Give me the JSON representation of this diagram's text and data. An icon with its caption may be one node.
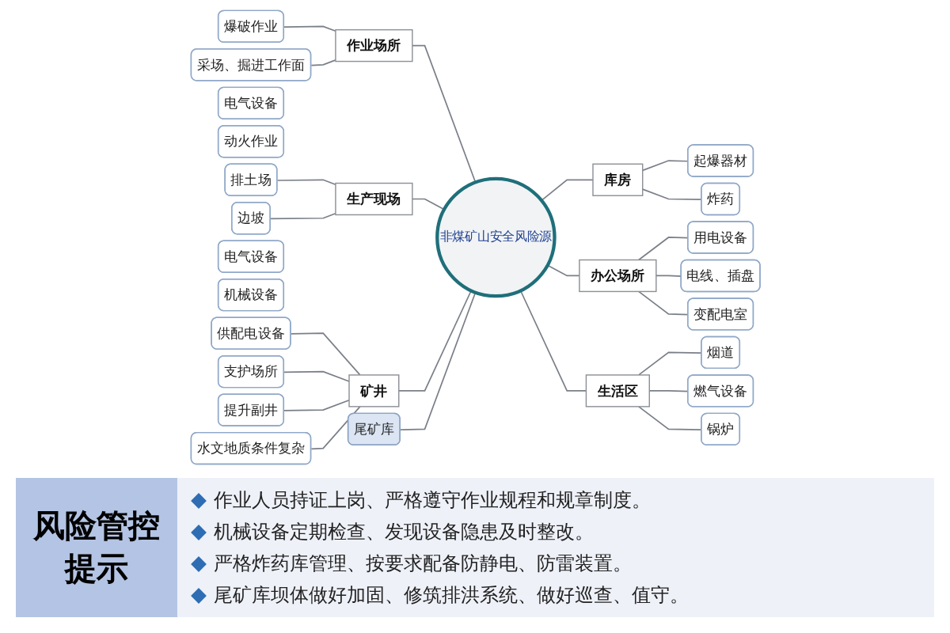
{
  "diagram": {
    "nodes": [
      {
        "text": [
          "爆破作业"
        ]
      },
      {
        "text": [
          "采场、掘进工作面"
        ]
      },
      {
        "text": [
          "尾矿库"
        ]
      },
      {
        "text": [
          "起爆器材"
        ]
      },
      {
        "text": [
          "炸药"
        ]
      },
      {
        "text": [
          "作业场所"
        ]
      },
      {
        "text": [
          "库房"
        ]
      },
      {
        "text": [
          "电气设备"
        ]
      },
      {
        "text": [
          "动火作业"
        ]
      },
      {
        "text": [
          "用电设备"
        ]
      },
      {
        "text": [
          "电线、插盘"
        ]
      },
      {
        "text": [
          "排土场"
        ]
      },
      {
        "text": [
          "边坡"
        ]
      },
      {
        "text": [
          "非煤矿山安全风险源"
        ]
      },
      {
        "text": [
          "办公场所"
        ]
      },
      {
        "text": [
          "生产现场"
        ]
      },
      {
        "text": [
          "变配电室"
        ]
      },
      {
        "text": [
          "电气设备"
        ]
      },
      {
        "text": [
          "机械设备"
        ]
      },
      {
        "text": [
          "烟道"
        ]
      },
      {
        "text": [
          "燃气设备"
        ]
      },
      {
        "text": [
          "供配电设备"
        ]
      },
      {
        "text": [
          "支护场所"
        ]
      },
      {
        "text": [
          "矿井"
        ]
      },
      {
        "text": [
          "生活区"
        ]
      },
      {
        "text": [
          "提升副井"
        ]
      },
      {
        "text": [
          "水文地质条件复杂"
        ]
      },
      {
        "text": [
          "锅炉"
        ]
      }
    ],
    "edges": [
      {
        "from": 0,
        "to": 5,
        "arrow": "none"
      },
      {
        "from": 1,
        "to": 5,
        "arrow": "none"
      },
      {
        "from": 5,
        "to": 13,
        "arrow": "none"
      },
      {
        "from": 11,
        "to": 15,
        "arrow": "none"
      },
      {
        "from": 12,
        "to": 15,
        "arrow": "none"
      },
      {
        "from": 15,
        "to": 13,
        "arrow": "none"
      },
      {
        "from": 21,
        "to": 23,
        "arrow": "none"
      },
      {
        "from": 22,
        "to": 23,
        "arrow": "none"
      },
      {
        "from": 25,
        "to": 23,
        "arrow": "none"
      },
      {
        "from": 26,
        "to": 23,
        "arrow": "none"
      },
      {
        "from": 23,
        "to": 13,
        "arrow": "none"
      },
      {
        "from": 2,
        "to": 13,
        "arrow": "none"
      },
      {
        "from": 13,
        "to": 6,
        "arrow": "none"
      },
      {
        "from": 6,
        "to": 3,
        "arrow": "none"
      },
      {
        "from": 6,
        "to": 4,
        "arrow": "none"
      },
      {
        "from": 13,
        "to": 14,
        "arrow": "none"
      },
      {
        "from": 14,
        "to": 9,
        "arrow": "none"
      },
      {
        "from": 14,
        "to": 10,
        "arrow": "none"
      },
      {
        "from": 14,
        "to": 16,
        "arrow": "none"
      },
      {
        "from": 13,
        "to": 24,
        "arrow": "none"
      },
      {
        "from": 24,
        "to": 19,
        "arrow": "none"
      },
      {
        "from": 24,
        "to": 20,
        "arrow": "none"
      },
      {
        "from": 24,
        "to": 27,
        "arrow": "none"
      }
    ],
    "labels": [
      "风险管控提示",
      "作业人员持证上岗、严格遵守作业规程和规章制度。",
      "机械设备定期检查、发现设备隐患及时整改。",
      "严格炸药库管理、按要求配备防静电、防雷装置。",
      "尾矿库坝体做好加固、修筑排洪系统、做好巡查、值守。"
    ]
  }
}
